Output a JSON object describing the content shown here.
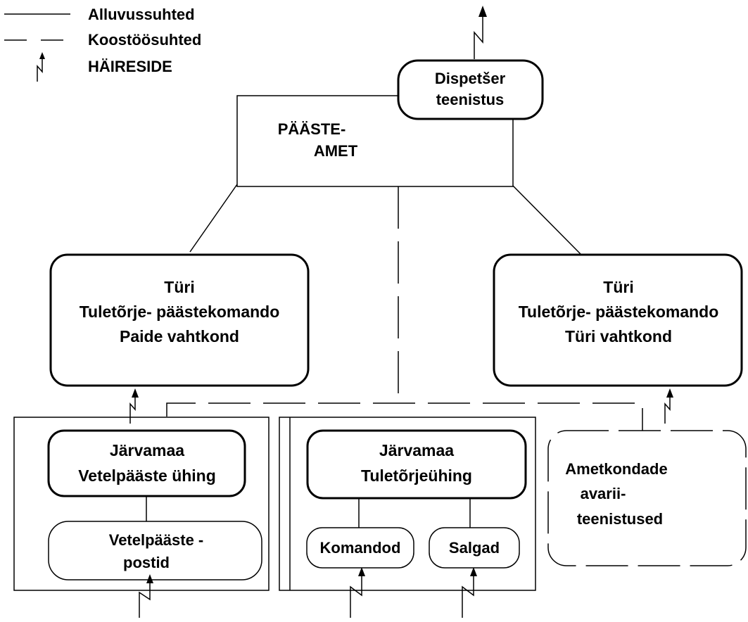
{
  "legend": {
    "solid_label": "Alluvussuhted",
    "dashed_label": "Koostöösuhted",
    "signal_label": "HÄIRESIDE"
  },
  "nodes": {
    "dispatcher": [
      "Dispetšer",
      "teenistus"
    ],
    "rescue_board": [
      "PÄÄSTE-",
      "AMET"
    ],
    "paide_watch": [
      "Türi",
      "Tuletõrje- päästekomando",
      "Paide vahtkond"
    ],
    "turi_watch": [
      "Türi",
      "Tuletõrje- päästekomando",
      "Türi vahtkond"
    ],
    "water_rescue_society": [
      "Järvamaa",
      "Vetelpääste ühing"
    ],
    "water_rescue_posts": [
      "Vetelpääste -",
      "postid"
    ],
    "fire_society": [
      "Järvamaa",
      "Tuletõrjeühing"
    ],
    "teams": [
      "Komandod"
    ],
    "squads": [
      "Salgad"
    ],
    "emergency_services": [
      "Ametkondade",
      "avarii-",
      "teenistused"
    ]
  }
}
